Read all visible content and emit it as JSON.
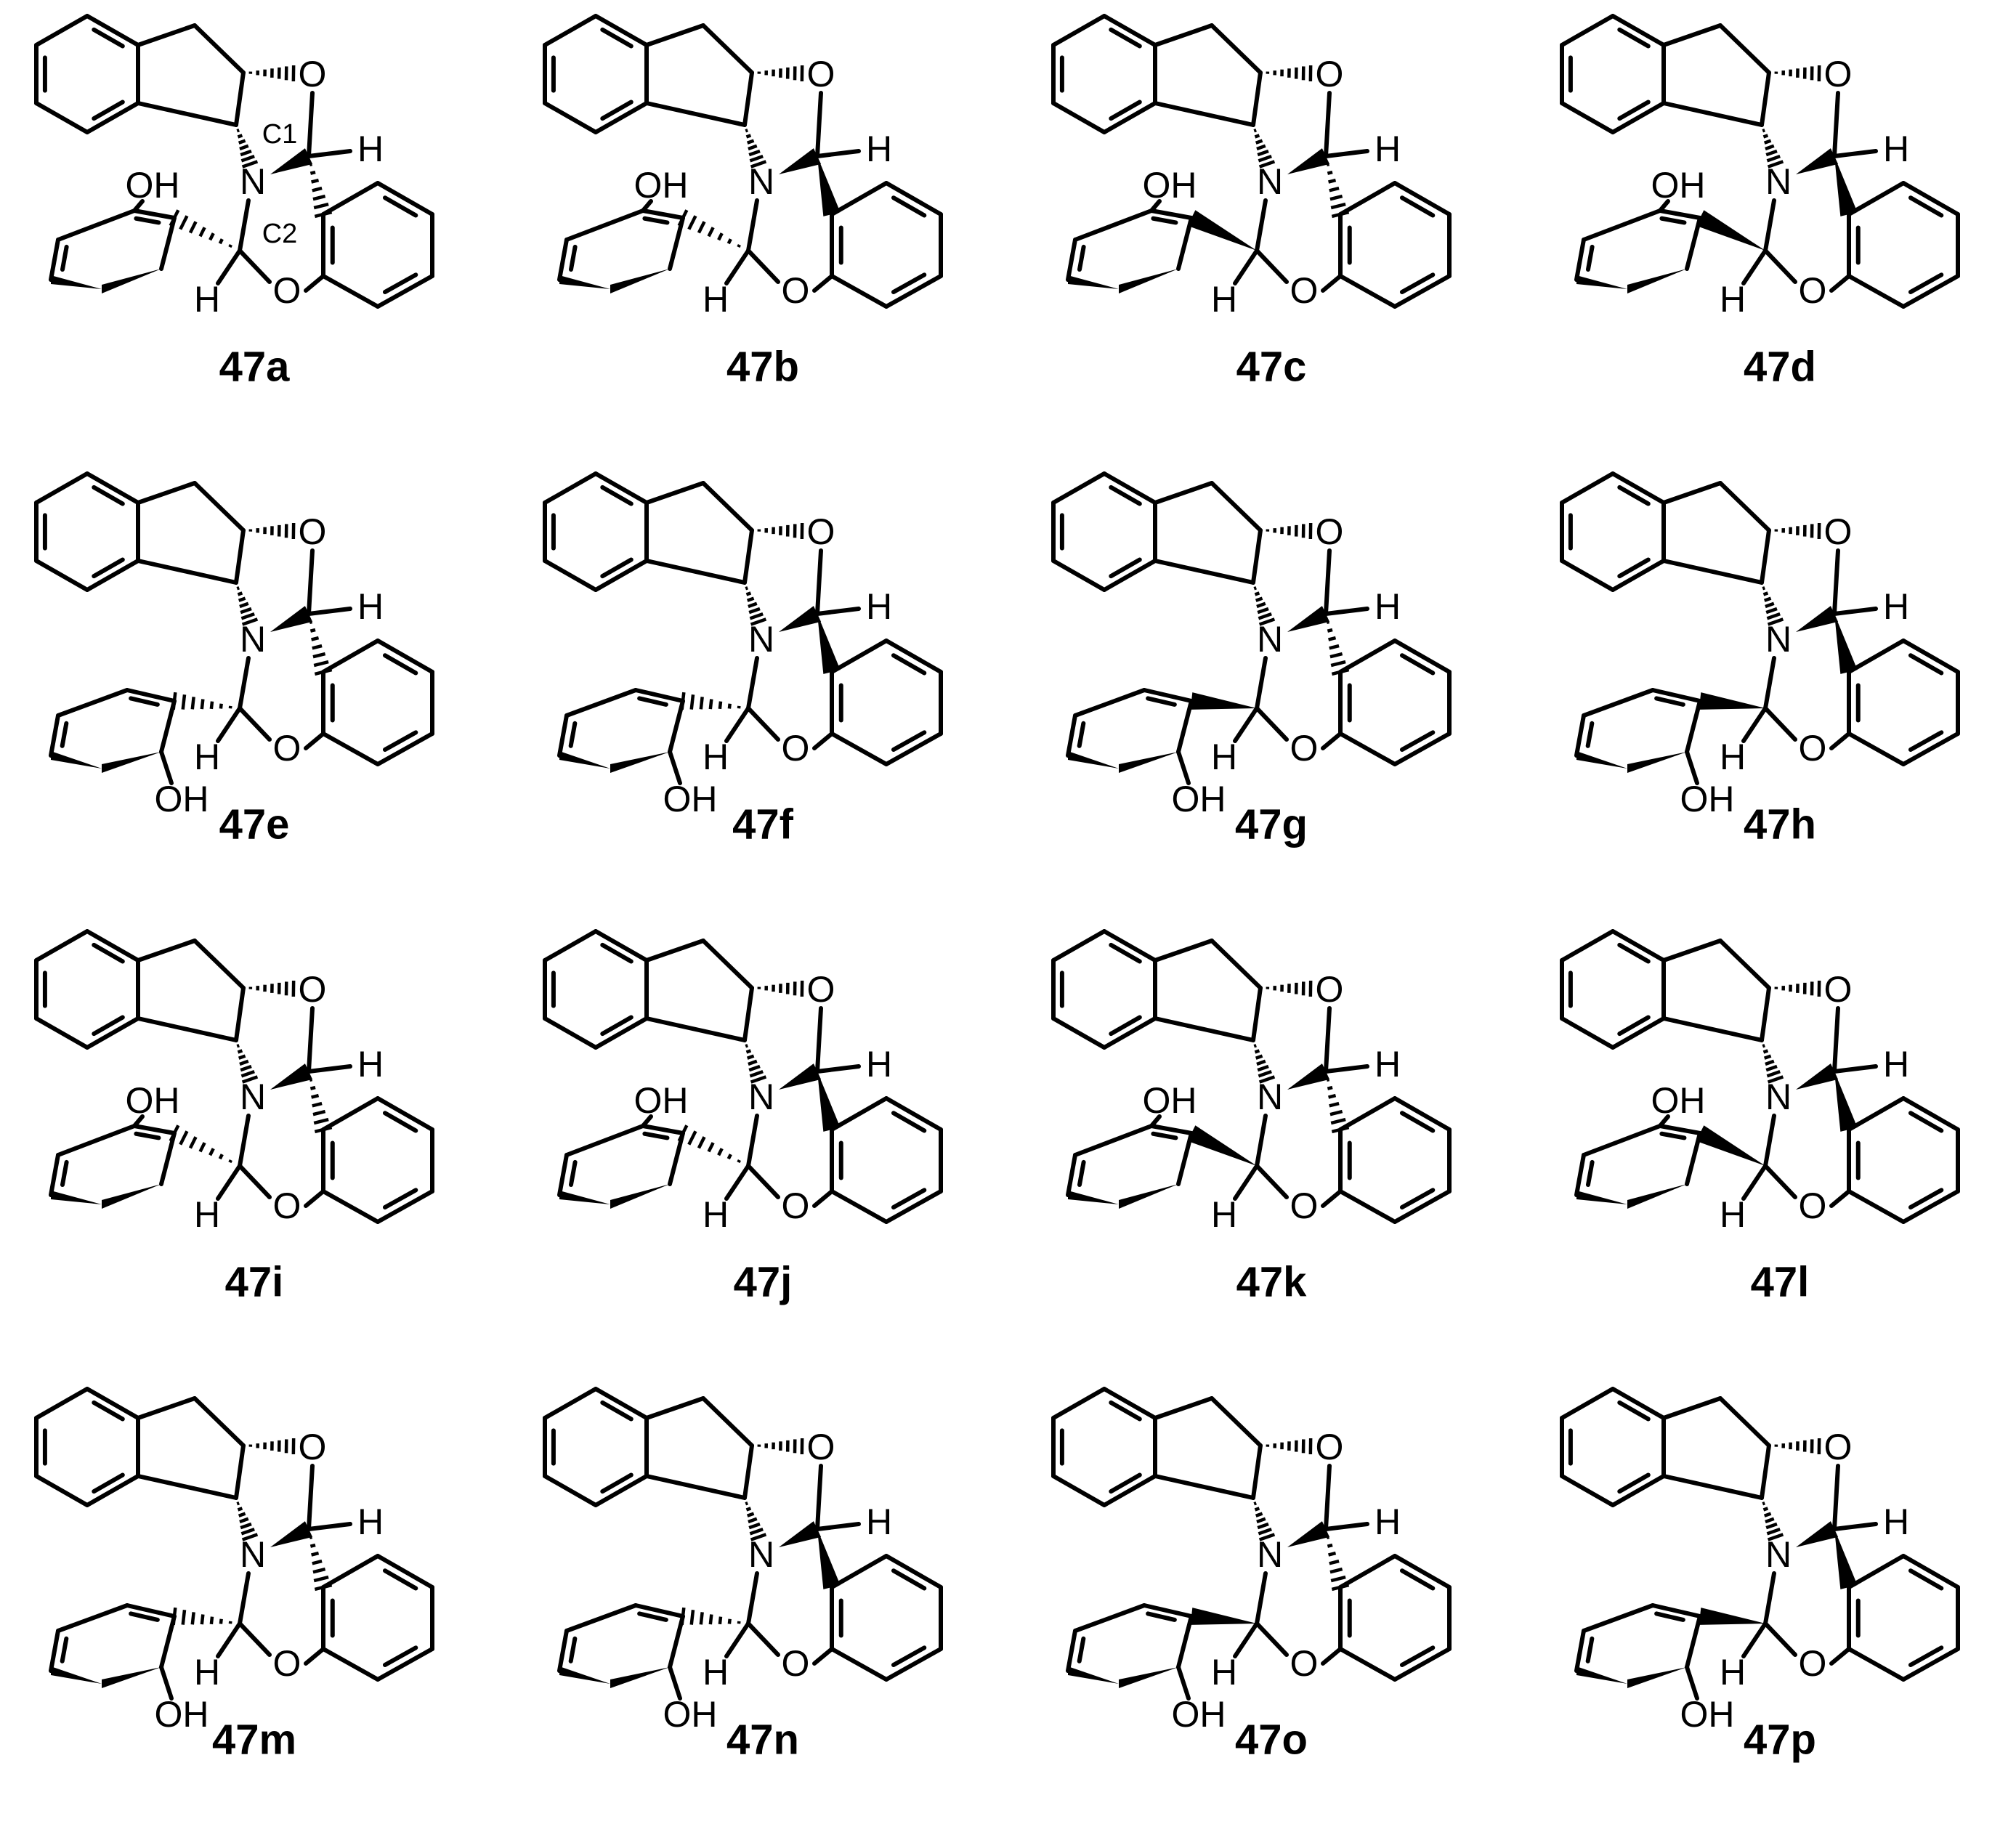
{
  "figure": {
    "labels": {
      "O": "O",
      "N": "N",
      "H": "H",
      "OH": "OH",
      "C1": "C1",
      "C2": "C2"
    },
    "compounds": [
      {
        "id": "47a",
        "phenol": "up",
        "c2_bond": "hash",
        "c1_bond": "hash",
        "atom_labels": true
      },
      {
        "id": "47b",
        "phenol": "up",
        "c2_bond": "hash",
        "c1_bond": "wedge",
        "atom_labels": false
      },
      {
        "id": "47c",
        "phenol": "up",
        "c2_bond": "wedge",
        "c1_bond": "hash",
        "atom_labels": false
      },
      {
        "id": "47d",
        "phenol": "up",
        "c2_bond": "wedge",
        "c1_bond": "wedge",
        "atom_labels": false
      },
      {
        "id": "47e",
        "phenol": "down",
        "c2_bond": "hash",
        "c1_bond": "hash",
        "atom_labels": false
      },
      {
        "id": "47f",
        "phenol": "down",
        "c2_bond": "hash",
        "c1_bond": "wedge",
        "atom_labels": false
      },
      {
        "id": "47g",
        "phenol": "down",
        "c2_bond": "wedge",
        "c1_bond": "hash",
        "atom_labels": false
      },
      {
        "id": "47h",
        "phenol": "down",
        "c2_bond": "wedge",
        "c1_bond": "wedge",
        "atom_labels": false
      },
      {
        "id": "47i",
        "phenol": "up",
        "c2_bond": "hash",
        "c1_bond": "hash",
        "atom_labels": false
      },
      {
        "id": "47j",
        "phenol": "up",
        "c2_bond": "hash",
        "c1_bond": "wedge",
        "atom_labels": false
      },
      {
        "id": "47k",
        "phenol": "up",
        "c2_bond": "wedge",
        "c1_bond": "hash",
        "atom_labels": false
      },
      {
        "id": "47l",
        "phenol": "up",
        "c2_bond": "wedge",
        "c1_bond": "wedge",
        "atom_labels": false
      },
      {
        "id": "47m",
        "phenol": "down",
        "c2_bond": "hash",
        "c1_bond": "hash",
        "atom_labels": false
      },
      {
        "id": "47n",
        "phenol": "down",
        "c2_bond": "hash",
        "c1_bond": "wedge",
        "atom_labels": false
      },
      {
        "id": "47o",
        "phenol": "down",
        "c2_bond": "wedge",
        "c1_bond": "hash",
        "atom_labels": false
      },
      {
        "id": "47p",
        "phenol": "down",
        "c2_bond": "wedge",
        "c1_bond": "wedge",
        "atom_labels": false
      }
    ]
  }
}
